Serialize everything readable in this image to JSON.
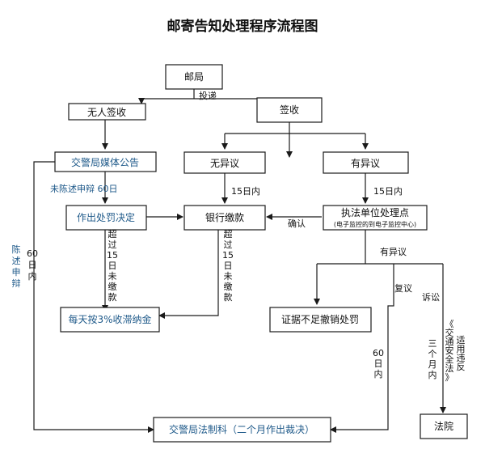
{
  "title": "邮寄告知处理程序流程图",
  "nodes": {
    "post_office": "邮局",
    "unsigned": "无人签收",
    "signed": "签收",
    "media_notice": "交警局媒体公告",
    "no_objection": "无异议",
    "objection": "有异议",
    "penalty_decision": "作出处罚决定",
    "bank_payment": "银行缴款",
    "enforcement_point_line1": "执法单位处理点",
    "enforcement_point_line2": "(电子监控的到电子监控中心)",
    "evidence_insufficient": "证据不足撤销处罚",
    "late_fee": "每天按3%收滞纳金",
    "legal_section": "交警局法制科（二个月作出裁决）",
    "court": "法院"
  },
  "edge_labels": {
    "deliver": "投递",
    "no_statement_60": "未陈述申辩 60日",
    "within_15_a": "15日内",
    "within_15_b": "15日内",
    "confirm": "确认",
    "overdue_unpaid_a": "超过15日未缴款",
    "overdue_unpaid_b": "超过15日未缴款",
    "statement_defense": "陈述申辩",
    "within_60_a": "60日内",
    "objection_again": "有异议",
    "reconsideration": "复议",
    "litigation": "诉讼",
    "within_60_b": "60日内",
    "within_3_months": "三个月内",
    "traffic_law": "《交通安全法》",
    "applicable_violation": "适用违反"
  }
}
